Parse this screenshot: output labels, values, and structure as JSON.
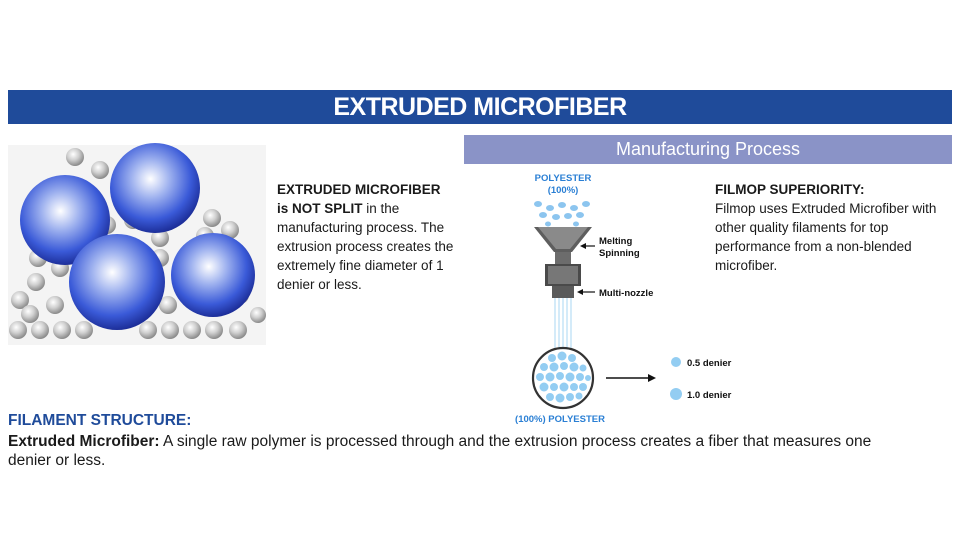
{
  "header": {
    "title": "EXTRUDED MICROFIBER"
  },
  "process_bar": {
    "label": "Manufacturing Process"
  },
  "left_block": {
    "heading": "EXTRUDED MICROFIBER",
    "emphasis": "is NOT SPLIT",
    "rest": " in the manufacturing process. The extrusion process creates the extremely fine diameter of 1 denier or less."
  },
  "right_block": {
    "heading": "FILMOP SUPERIORITY:",
    "body": "Filmop uses Extruded Microfiber with other quality filaments for top performance from a non-blended microfiber."
  },
  "diagram": {
    "top_label_1": "POLYESTER",
    "top_label_2": "(100%)",
    "melting_1": "Melting",
    "melting_2": "Spinning",
    "nozzle": "Multi-nozzle",
    "bottom_label": "(100%) POLYESTER",
    "legend_small": "0.5 denier",
    "legend_large": "1.0 denier"
  },
  "filament": {
    "title": "FILAMENT STRUCTURE:",
    "bold_lead": "Extruded Microfiber:",
    "text": " A single raw polymer is processed through and the extrusion process creates a fiber that measures one denier or less."
  },
  "colors": {
    "brand_blue": "#1f4b9a",
    "bar_lavender": "#8a93c7",
    "accent_blue": "#2a7fd4"
  }
}
